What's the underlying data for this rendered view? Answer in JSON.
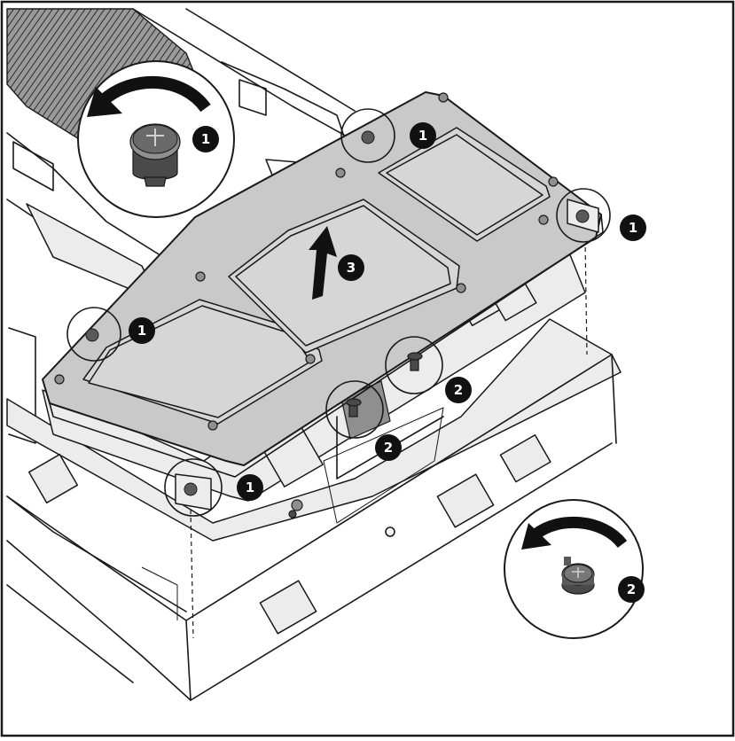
{
  "figure": {
    "step_labels": {
      "zoom_top_left": "1",
      "callout_top_right_screw": "1",
      "callout_right_screw": "1",
      "callout_left_screw": "1",
      "callout_bottom_left_screw": "1",
      "callout_lift_arrow": "3",
      "callout_thumbscrew_right": "2",
      "callout_thumbscrew_center": "2",
      "zoom_bottom_right": "2"
    }
  }
}
